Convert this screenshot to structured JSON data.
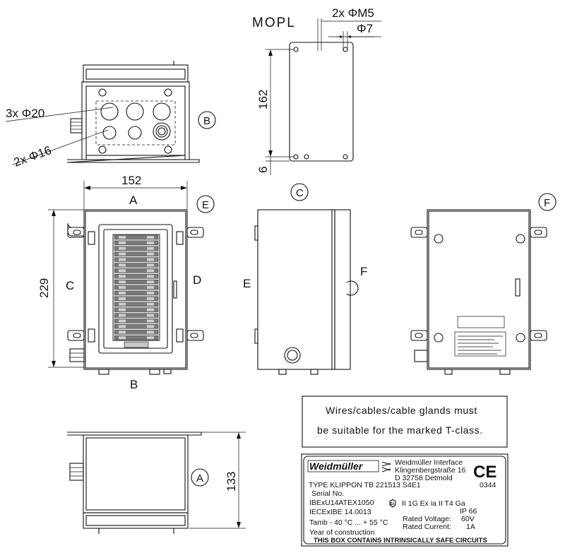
{
  "dimensions": {
    "m5_holes": "2x ΦM5",
    "mopl": "MOPL",
    "phi7": "Φ7",
    "height_162": "162",
    "offset_6": "6",
    "holes_20": "3x Φ20",
    "holes_16": "2x Φ16",
    "width_152": "152",
    "height_229": "229",
    "height_133": "133"
  },
  "view_labels": {
    "A": "A",
    "B": "B",
    "C": "C",
    "D": "D",
    "E": "E",
    "F": "F"
  },
  "note": {
    "line1": "Wires/cables/cable glands must",
    "line2": "be suitable for the marked T-class."
  },
  "plate": {
    "brand": "Weidmüller",
    "address_1": "Weidmüller Interface",
    "address_2": "Klingenbergstraße 16",
    "address_3": "D 32758 Detmold",
    "ce_mark": "CE",
    "notified_body": "0344",
    "type_line": "TYPE  KLIPPON  TB 221513 S4E1",
    "serial": "Serial  No.",
    "atex": "IBExU14ATEX1050",
    "ex_marking": "II 1G Ex  ia  II   T4 Ga",
    "iecex": "IECExIBE 14.0013",
    "ip": "IP 66",
    "tamb": "Tamb   - 40 °C ... + 55 °C",
    "rated_voltage_label": "Rated Voltage:",
    "rated_voltage": "60V",
    "rated_current_label": "Rated Current:",
    "rated_current": "1A",
    "year": "Year  of  construction",
    "footer": "THIS   BOX  CONTAINS  INTRINSICALLY  SAFE  CIRCUITS"
  }
}
